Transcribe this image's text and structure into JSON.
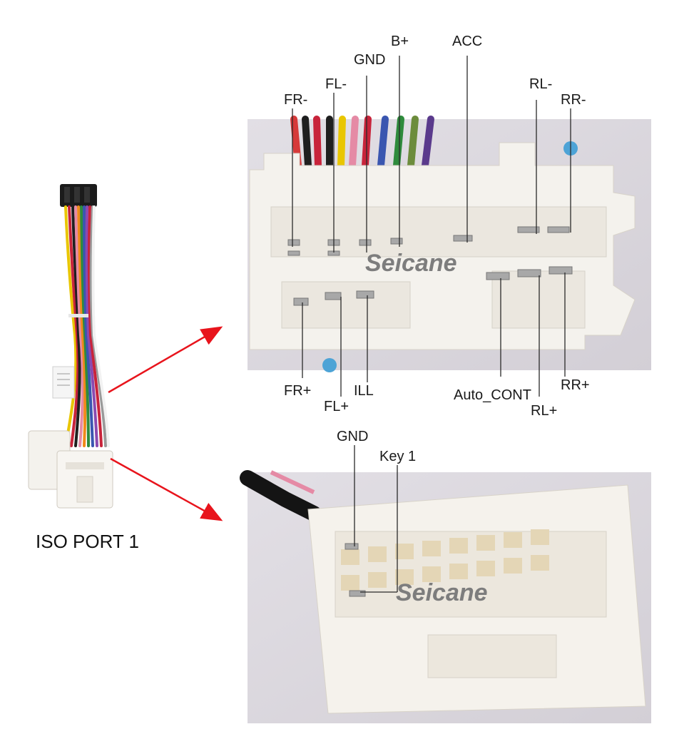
{
  "harness_title": "ISO PORT 1",
  "watermark": "Seicane",
  "top_connector": {
    "labels_top": [
      "FR-",
      "FL-",
      "GND",
      "B+",
      "ACC",
      "RL-",
      "RR-"
    ],
    "labels_bottom": [
      "FR+",
      "FL+",
      "ILL",
      "Auto_CONT",
      "RL+",
      "RR+"
    ]
  },
  "bottom_connector": {
    "labels": [
      "GND",
      "Key 1"
    ]
  },
  "colors": {
    "arrow": "#e8141c",
    "leader_line": "#2a2a2a",
    "connector_body": "#f4f2ed",
    "photo_background": "#ddd9df"
  }
}
